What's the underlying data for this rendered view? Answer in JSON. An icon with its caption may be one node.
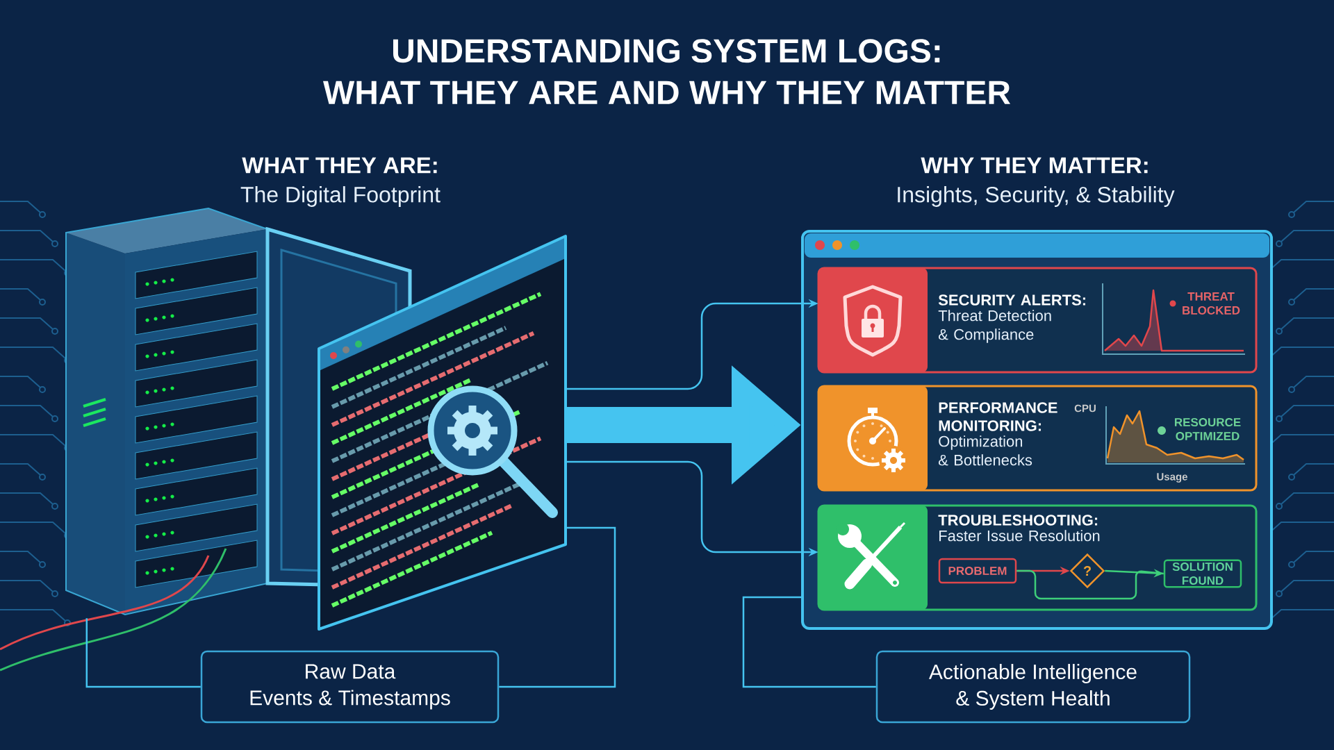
{
  "diagram": {
    "title": "UNDERSTANDING SYSTEM LOGS: WHAT THEY ARE AND WHY THEY MATTER",
    "nodes": [
      {
        "text": [],
        "shape": "picture"
      },
      {
        "text": [],
        "shape": "picture"
      },
      {
        "text": [],
        "shape": "box"
      },
      {
        "text": [
          "SECURITY ALERTS:",
          "Threat Detection & Compliance"
        ],
        "in": 2
      },
      {
        "text": [
          "PERFORMANCE MONITORING:",
          "Optimization & Bottlenecks"
        ],
        "in": 2
      },
      {
        "text": [
          "TROUBLESHOOTING:",
          "Faster Issue Resolution"
        ],
        "in": 2
      },
      {
        "text": [
          "PROBLEM"
        ],
        "in": 5
      },
      {
        "text": [
          "?"
        ],
        "in": 5
      },
      {
        "text": [
          "SOLUTION FOUND"
        ],
        "in": 5
      },
      {
        "text": [
          "Raw Data",
          "Events & Timestamps"
        ]
      },
      {
        "text": [
          "Actionable Intelligence",
          "& System Health"
        ]
      }
    ],
    "edges": [
      {
        "from": 6,
        "to": 7,
        "arrow": "to",
        "color": "#e0474c"
      },
      {
        "from": 7,
        "to": 8,
        "arrow": "to",
        "color": "#3ecf7a"
      },
      {
        "from": 6,
        "to": 8,
        "arrow": "none",
        "color": "#3ecf7a"
      },
      {
        "from": 1,
        "to": 2,
        "arrow": "to",
        "style": "thick"
      },
      {
        "from": 1,
        "to": 3,
        "arrow": "to"
      },
      {
        "from": 1,
        "to": 5,
        "arrow": "to"
      },
      {
        "from": 9,
        "to": 0,
        "arrow": "none"
      },
      {
        "from": 9,
        "to": 1,
        "arrow": "none"
      },
      {
        "from": 10,
        "to": 2,
        "arrow": "none"
      }
    ],
    "labels": [
      "WHAT THEY ARE:",
      "The Digital Footprint",
      "WHY THEY MATTER:",
      "Insights, Security, & Stability",
      "THREAT BLOCKED",
      "CPU",
      "RESOURCE OPTIMIZED",
      "Usage"
    ]
  }
}
